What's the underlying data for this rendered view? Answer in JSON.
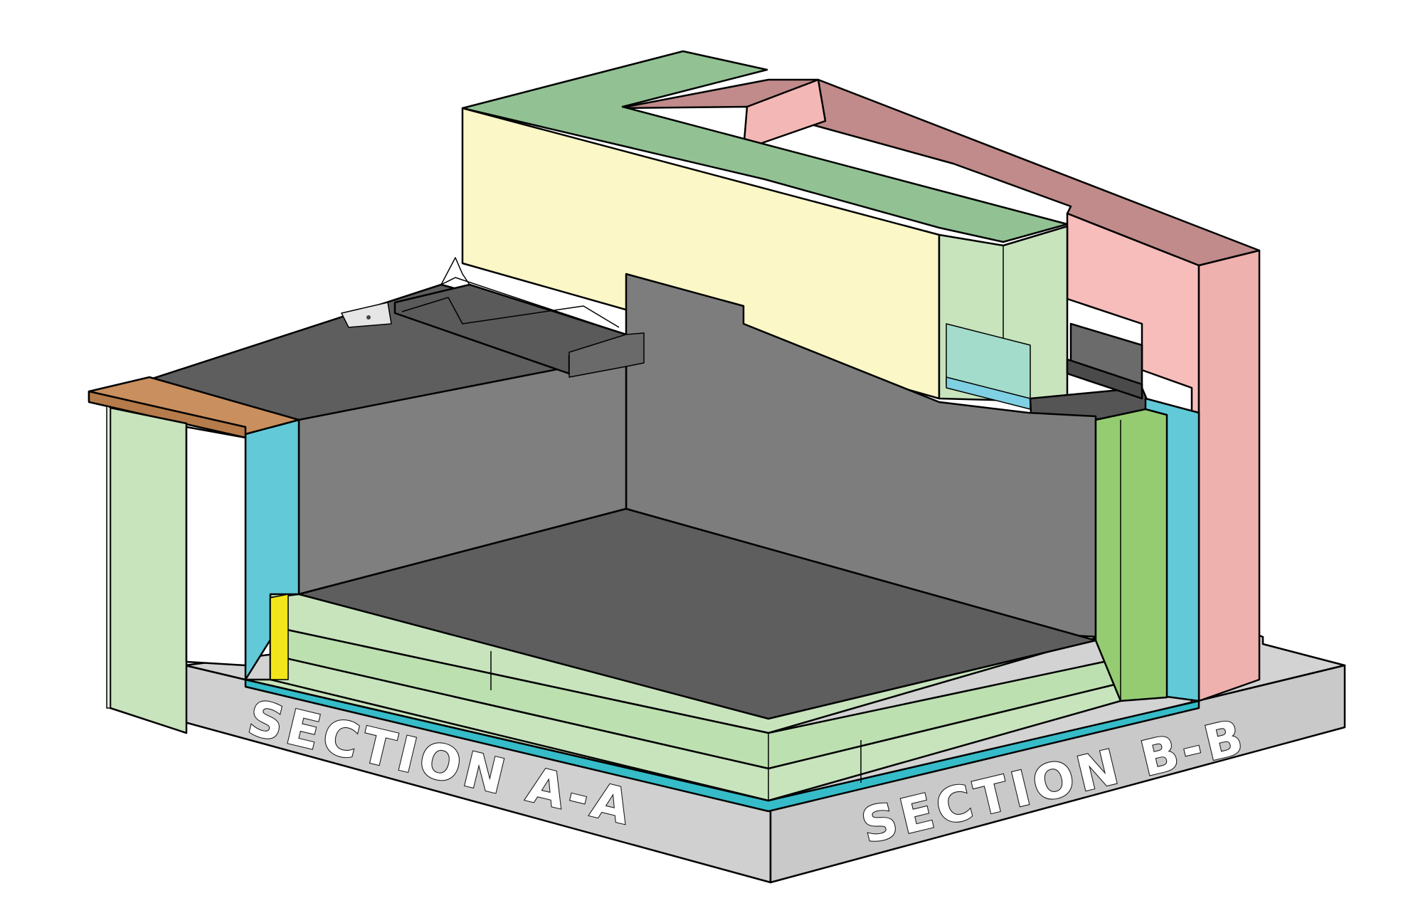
{
  "labels": {
    "section_a": "SECTION A-A",
    "section_b": "SECTION B-B"
  },
  "colors": {
    "background": "#ffffff",
    "slab_top": "#d3d3d3",
    "slab_side": "#d0d0d0",
    "membrane_dark": "#5e5e5e",
    "wall_grey": "#7d7d7d",
    "insulation_green": "#c8e4bd",
    "insulation_green_dark": "#b5dba8",
    "cyan_layer": "#62c9d9",
    "pink_wall": "#f0b7b4",
    "pink_wall_top": "#c08b8a",
    "yellow_block": "#fbf7c6",
    "green_top": "#92c293",
    "copper_coping": "#c98f5e",
    "lime_green": "#95cc72",
    "yellow_strip": "#f2e51c"
  },
  "parts": [
    "base-slab",
    "tapered-insulation",
    "roof-membrane",
    "parapet-wall-upstand",
    "vapour-layer",
    "external-wall",
    "coping-block",
    "parapet-coping",
    "flashing-detail"
  ]
}
